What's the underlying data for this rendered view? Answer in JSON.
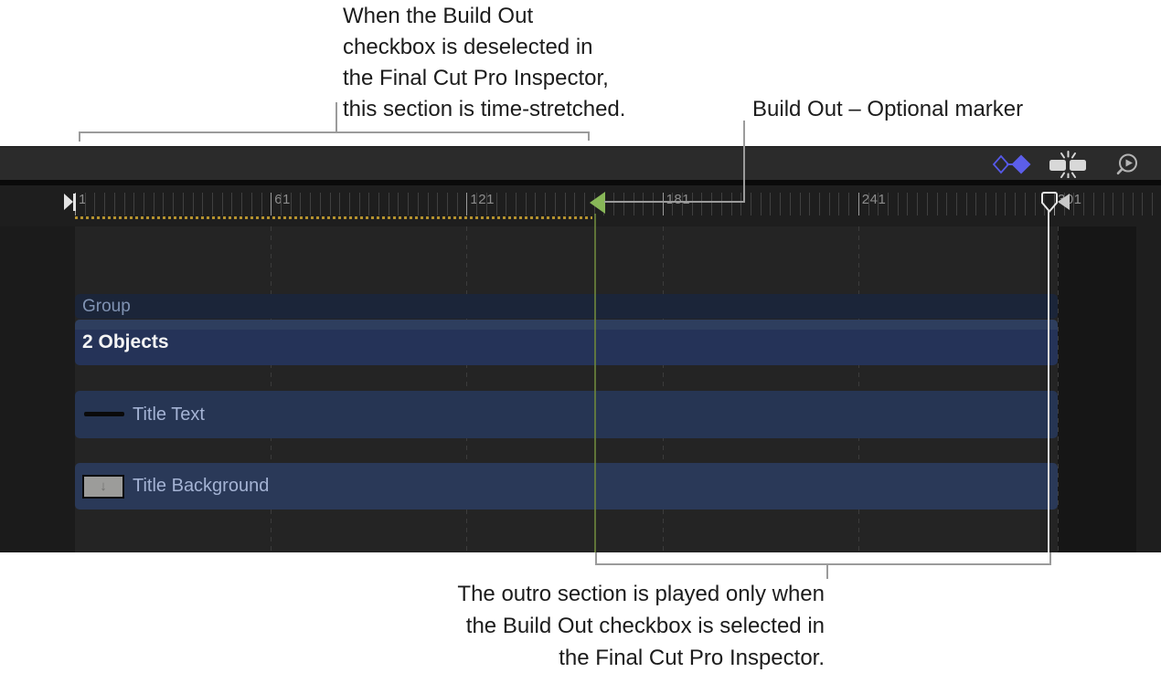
{
  "annotations": {
    "top": {
      "lines": [
        "When the Build Out",
        "checkbox is deselected in",
        "the Final Cut Pro Inspector,",
        "this section is time-stretched."
      ]
    },
    "marker_label": "Build Out – Optional marker",
    "bottom": {
      "lines": [
        "The outro section is played only when",
        "the Build Out checkbox is selected in",
        "the Final Cut Pro Inspector."
      ]
    }
  },
  "toolbar": {
    "icons": [
      {
        "name": "keyframes-icon"
      },
      {
        "name": "clip-markers-icon"
      },
      {
        "name": "zoom-timeline-icon"
      }
    ],
    "accent_color": "#5c5eea"
  },
  "ruler": {
    "tick_labels": [
      "1",
      "61",
      "121",
      "181",
      "241",
      "301"
    ]
  },
  "markers": {
    "build_out_color": "#88b758",
    "dotted_range_color": "#b5922f",
    "playhead_color": "#d9d9d9"
  },
  "tracks": [
    {
      "label": "Group",
      "type": "group-header"
    },
    {
      "label": "2 Objects",
      "type": "group-contents"
    },
    {
      "label": "Title Text",
      "type": "layer",
      "icon": "line-thumbnail"
    },
    {
      "label": "Title Background",
      "type": "layer",
      "icon": "image-thumbnail",
      "icon_glyph": "↓"
    }
  ],
  "colors": {
    "toolbar_bg": "#2b2b2b",
    "ruler_bg": "#1e1e1e",
    "tracks_bg": "#242424",
    "bar_group": "#1b2539",
    "bar_objects": "#253358",
    "bar_layer": "#263553",
    "annotation_line": "#9b9b9b",
    "annotation_text": "#1c1c1c"
  }
}
